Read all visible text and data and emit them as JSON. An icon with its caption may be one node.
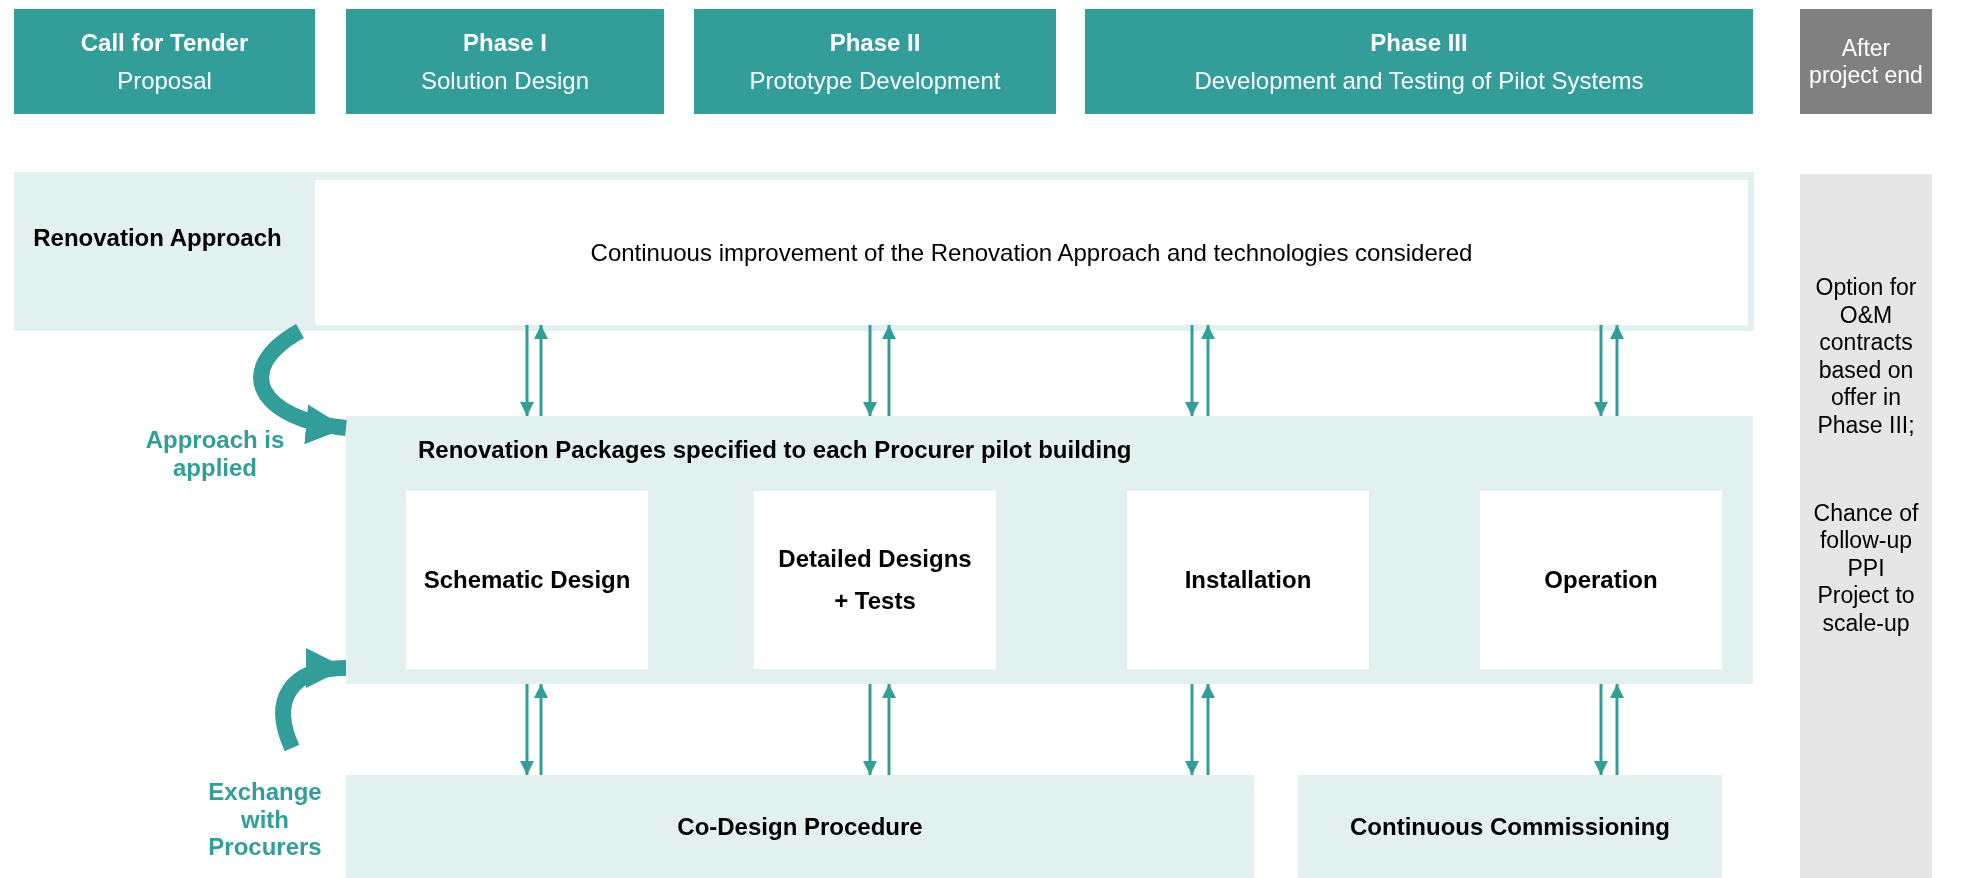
{
  "diagram": {
    "nodes": [
      {
        "text": [
          "Call for Tender",
          "Proposal"
        ]
      },
      {
        "text": [
          "Phase I",
          "Solution Design"
        ]
      },
      {
        "text": [
          "Phase II",
          "Prototype Development"
        ]
      },
      {
        "text": [
          "Phase III",
          "Development and Testing of Pilot Systems"
        ]
      },
      {
        "text": [
          "After project end"
        ]
      },
      {
        "text": [
          "Renovation Approach"
        ]
      },
      {
        "text": [
          "Continuous improvement of the Renovation Approach and technologies considered"
        ],
        "in": 5
      },
      {
        "text": [
          "Renovation Packages specified to each Procurer pilot building"
        ]
      },
      {
        "text": [
          "Schematic Design"
        ],
        "in": 7
      },
      {
        "text": [
          "Detailed Designs",
          "+ Tests"
        ],
        "in": 7
      },
      {
        "text": [
          "Installation"
        ],
        "in": 7
      },
      {
        "text": [
          "Operation"
        ],
        "in": 7
      },
      {
        "text": [
          "Co-Design Procedure"
        ]
      },
      {
        "text": [
          "Continuous Commissioning"
        ]
      },
      {
        "text": [
          "Option for O&M contracts based on offer in Phase III;",
          "Chance of follow-up PPI Project to scale-up"
        ]
      }
    ],
    "edges": [
      {
        "from": 5,
        "to": 7,
        "arrow": "to",
        "label": "Approach is applied",
        "style": "thick"
      },
      {
        "from": null,
        "to": 7,
        "arrow": "to",
        "label": "Exchange with Procurers",
        "style": "thick"
      },
      {
        "from": 6,
        "to": 7,
        "arrow": "to"
      },
      {
        "from": 7,
        "to": 6,
        "arrow": "to"
      },
      {
        "from": 6,
        "to": 7,
        "arrow": "to"
      },
      {
        "from": 7,
        "to": 6,
        "arrow": "to"
      },
      {
        "from": 6,
        "to": 7,
        "arrow": "to"
      },
      {
        "from": 7,
        "to": 6,
        "arrow": "to"
      },
      {
        "from": 6,
        "to": 7,
        "arrow": "to"
      },
      {
        "from": 7,
        "to": 6,
        "arrow": "to"
      },
      {
        "from": 7,
        "to": 12,
        "arrow": "to"
      },
      {
        "from": 12,
        "to": 7,
        "arrow": "to"
      },
      {
        "from": 7,
        "to": 12,
        "arrow": "to"
      },
      {
        "from": 12,
        "to": 7,
        "arrow": "to"
      },
      {
        "from": 7,
        "to": 12,
        "arrow": "to"
      },
      {
        "from": 12,
        "to": 7,
        "arrow": "to"
      },
      {
        "from": 7,
        "to": 13,
        "arrow": "to"
      },
      {
        "from": 13,
        "to": 7,
        "arrow": "to"
      }
    ]
  }
}
